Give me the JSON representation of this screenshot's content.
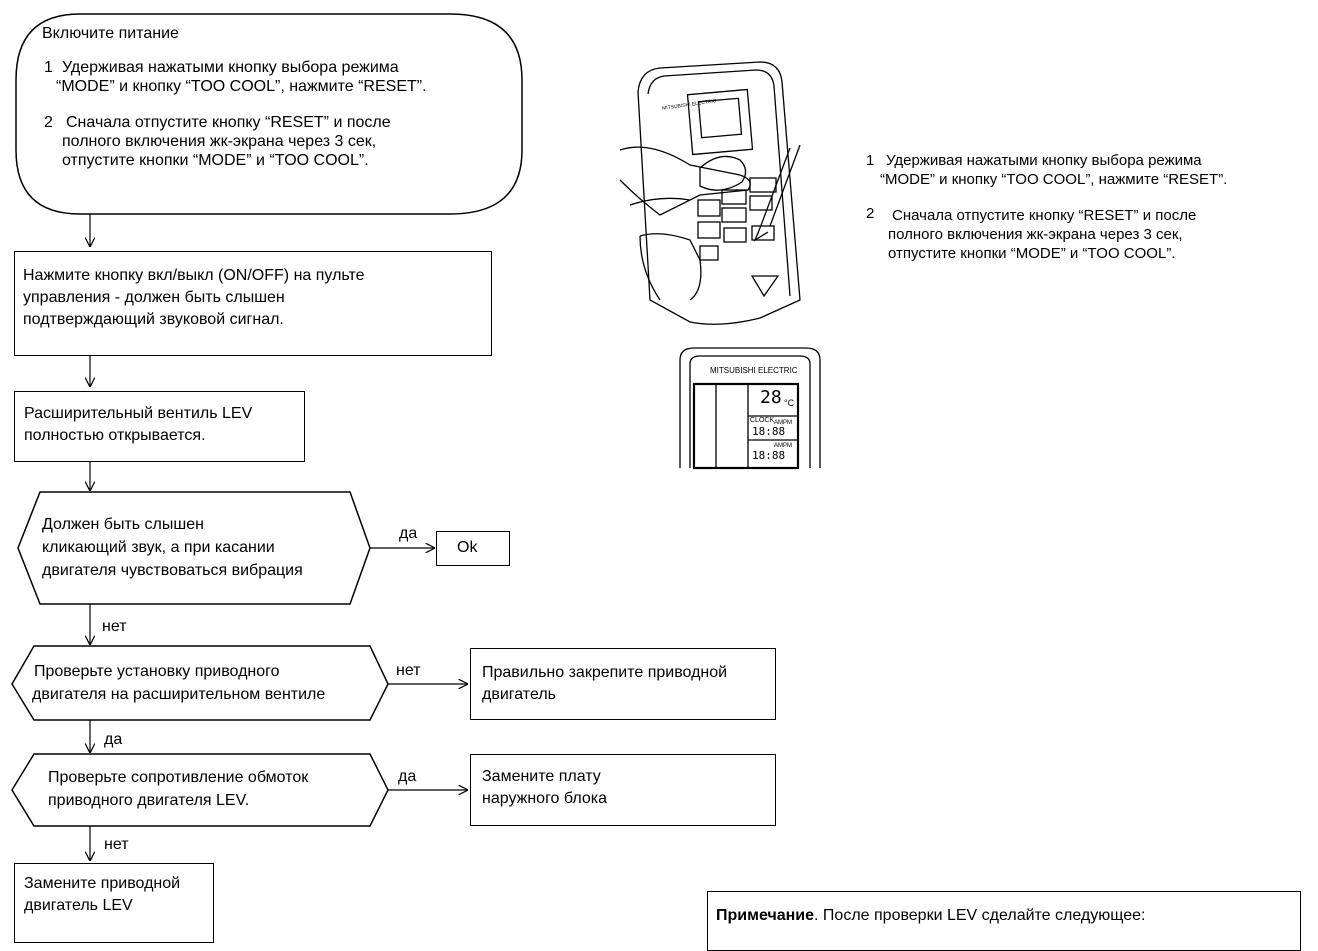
{
  "start": {
    "title": "Включите питание",
    "step1_line1": "Удерживая нажатыми кнопку выбора режима",
    "step1_line2": "“MODE” и кнопку “TOO COOL”, нажмите “RESET”.",
    "step2_line1": "Сначала отпустите кнопку “RESET” и после",
    "step2_line2": "полного включения жк-экрана через 3 сек,",
    "step2_line3": "отпустите кнопки “MODE” и “TOO COOL”.",
    "num1": "1",
    "num2": "2"
  },
  "step_onoff": {
    "line1": "Нажмите кнопку вкл/выкл (ON/OFF) на пульте",
    "line2": "управления - должен быть слышен",
    "line3": "подтверждающий звуковой сигнал."
  },
  "step_lev": {
    "line1": "Расширительный вентиль LEV",
    "line2": "полностью открывается."
  },
  "decision_click": {
    "line1": "Должен быть слышен",
    "line2": "кликающий звук, а при касании",
    "line3": "двигателя чувствоваться вибрация",
    "yes": "да",
    "no": "нет",
    "ok": "Ok"
  },
  "decision_install": {
    "line1": "Проверьте установку приводного",
    "line2": "двигателя на расширительном вентиле",
    "no": "нет",
    "yes": "да",
    "fix_line1": "Правильно закрепите приводной",
    "fix_line2": "двигатель"
  },
  "decision_resistance": {
    "line1": "Проверьте сопротивление обмоток",
    "line2": "приводного двигателя LEV.",
    "yes": "да",
    "no": "нет",
    "replace_board_line1": "Замените плату",
    "replace_board_line2": "наружного блока"
  },
  "replace_motor": {
    "line1": "Замените приводной",
    "line2": "двигатель LEV"
  },
  "side_notes": {
    "num1": "1",
    "step1_line1": "Удерживая нажатыми кнопку выбора режима",
    "step1_line2": "“MODE” и кнопку “TOO COOL”, нажмите “RESET”.",
    "num2": "2",
    "step2_line1": "Сначала отпустите кнопку “RESET” и после",
    "step2_line2": "полного включения жк-экрана через 3 сек,",
    "step2_line3": "отпустите кнопки “MODE” и “TOO COOL”."
  },
  "remote": {
    "brand": "MITSUBISHI ELECTRIC",
    "brand_small": "MITSUBISHI ELECTRIC",
    "temp": "28",
    "unit": "°C",
    "clock": "CLOCK",
    "ampm1": "AMPM",
    "ampm2": "AMPM",
    "time1": "18:88",
    "time2": "18:88"
  },
  "note": {
    "bold": "Примечание",
    "text": ". После проверки LEV сделайте следующее:"
  }
}
